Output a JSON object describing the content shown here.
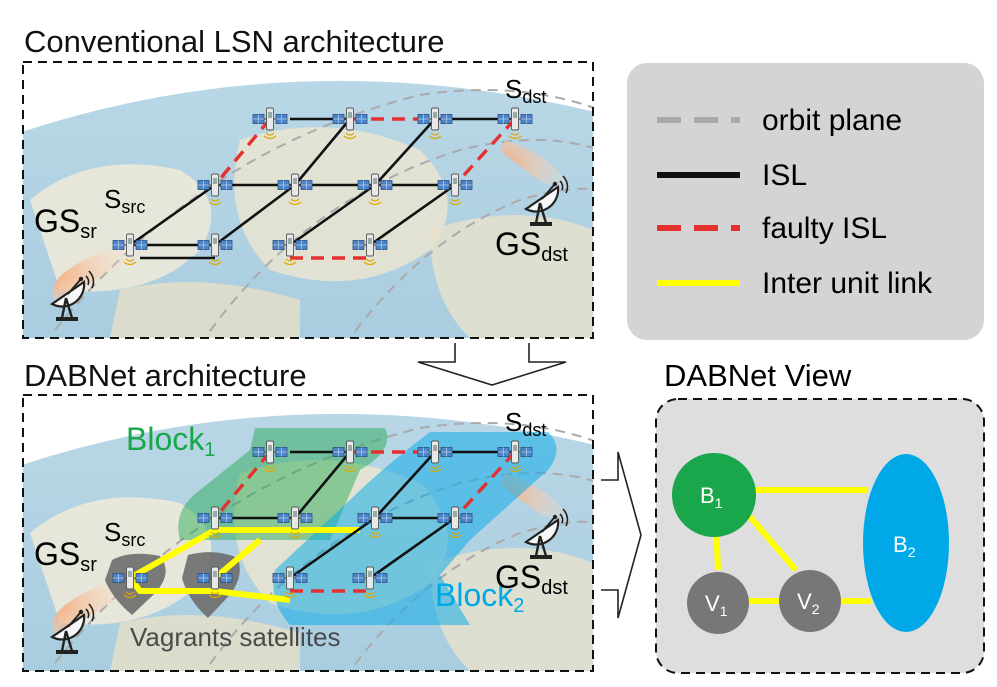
{
  "top": {
    "title": "Conventional LSN architecture",
    "s_src": {
      "base": "S",
      "sub": "src"
    },
    "s_dst": {
      "base": "S",
      "sub": "dst"
    },
    "gs_src": {
      "base": "GS",
      "sub": "sr"
    },
    "gs_dst": {
      "base": "GS",
      "sub": "dst"
    }
  },
  "bottom": {
    "title": "DABNet architecture",
    "block1": {
      "base": "Block",
      "sub": "1"
    },
    "block2": {
      "base": "Block",
      "sub": "2"
    },
    "vagrants": "Vagrants satellites",
    "s_src": {
      "base": "S",
      "sub": "src"
    },
    "s_dst": {
      "base": "S",
      "sub": "dst"
    },
    "gs_src": {
      "base": "GS",
      "sub": "sr"
    },
    "gs_dst": {
      "base": "GS",
      "sub": "dst"
    }
  },
  "legend": {
    "items": [
      {
        "label": "orbit plane",
        "style": "dashed-gray"
      },
      {
        "label": "ISL",
        "style": "solid-black"
      },
      {
        "label": "faulty ISL",
        "style": "dashed-red"
      },
      {
        "label": "Inter unit link",
        "style": "solid-yellow"
      }
    ]
  },
  "view": {
    "title": "DABNet View",
    "b1": {
      "base": "B",
      "sub": "1"
    },
    "b2": {
      "base": "B",
      "sub": "2"
    },
    "v1": {
      "base": "V",
      "sub": "1"
    },
    "v2": {
      "base": "V",
      "sub": "2"
    }
  },
  "colors": {
    "block1": "#1aa64a",
    "block2": "#00a8e8",
    "vagrant": "#777777",
    "yellow": "#ffff00",
    "red": "#e53030",
    "orbit": "#aaaaaa",
    "legend_bg": "#d4d4d4",
    "view_bg": "#dedede"
  }
}
